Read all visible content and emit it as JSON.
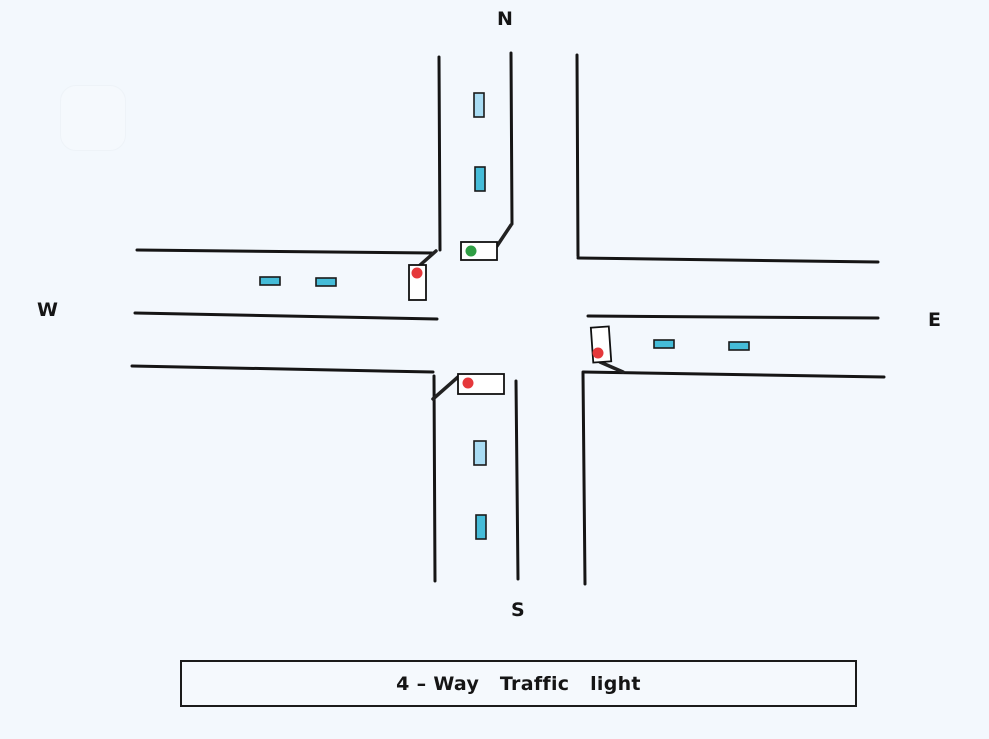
{
  "title": "4 – Way   Traffic   light",
  "directions": {
    "north": "N",
    "south": "S",
    "west": "W",
    "east": "E"
  },
  "colors": {
    "background": "#f3f8fd",
    "road_line": "#151515",
    "light_red": "#e5383b",
    "light_green": "#2f9e44",
    "car_fill": "#45bcd8",
    "car_fill_light": "#a9dcf3"
  },
  "traffic_lights": [
    {
      "approach": "north",
      "signal": "green"
    },
    {
      "approach": "west",
      "signal": "red"
    },
    {
      "approach": "south",
      "signal": "red"
    },
    {
      "approach": "east",
      "signal": "red"
    }
  ],
  "waiting_cars": {
    "north": 2,
    "west": 2,
    "south": 2,
    "east": 2
  }
}
